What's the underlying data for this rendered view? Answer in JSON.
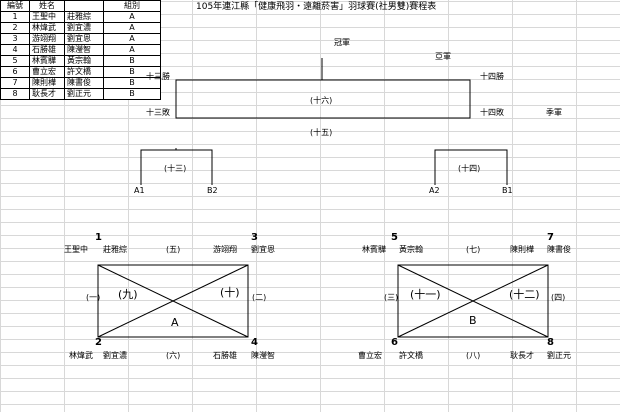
{
  "title": "105年連江縣「健康飛羽・遠離菸害」羽球賽(社男雙)賽程表",
  "registration": {
    "headers": [
      "編號",
      "姓名",
      "",
      "組別"
    ],
    "rows": [
      {
        "no": "1",
        "p1": "王聖中",
        "p2": "莊雅綜",
        "group": "A"
      },
      {
        "no": "2",
        "p1": "林煒武",
        "p2": "劉宜濃",
        "group": "A"
      },
      {
        "no": "3",
        "p1": "游翊翔",
        "p2": "劉宜恩",
        "group": "A"
      },
      {
        "no": "4",
        "p1": "石勝雄",
        "p2": "陳瀅智",
        "group": "A"
      },
      {
        "no": "5",
        "p1": "林賓驊",
        "p2": "黃宗翰",
        "group": "B"
      },
      {
        "no": "6",
        "p1": "曹立宏",
        "p2": "許文橋",
        "group": "B"
      },
      {
        "no": "7",
        "p1": "陳則樺",
        "p2": "陳書俊",
        "group": "B"
      },
      {
        "no": "8",
        "p1": "耿長才",
        "p2": "劉正元",
        "group": "B"
      }
    ]
  },
  "bracket": {
    "champion": "冠軍",
    "runner_up": "亞軍",
    "third": "季軍",
    "win13": "十三勝",
    "win14": "十四勝",
    "lose13": "十三敗",
    "lose14": "十四敗",
    "m16": "(十六)",
    "m15": "(十五)",
    "m13": "(十三)",
    "m14": "(十四)",
    "a1": "A1",
    "b2": "B2",
    "a2": "A2",
    "b1": "B1"
  },
  "group_a": {
    "n1": "1",
    "n2": "2",
    "n3": "3",
    "n4": "4",
    "top_left": [
      "王聖中",
      "莊雅綜"
    ],
    "top_right": [
      "游翊翔",
      "劉宜恩"
    ],
    "bottom_left": [
      "林煒武",
      "劉宜濃"
    ],
    "bottom_right": [
      "石勝雄",
      "陳瀅智"
    ],
    "m_top": "(五)",
    "m_bottom": "(六)",
    "m_left": "(一)",
    "m_right": "(二)",
    "m_diag1": "(九)",
    "m_diag2": "(十)",
    "label": "A"
  },
  "group_b": {
    "n5": "5",
    "n6": "6",
    "n7": "7",
    "n8": "8",
    "top_left": [
      "林賓驊",
      "黃宗翰"
    ],
    "top_right": [
      "陳則樺",
      "陳書俊"
    ],
    "bottom_left": [
      "曹立宏",
      "許文橋"
    ],
    "bottom_right": [
      "耿長才",
      "劉正元"
    ],
    "m_top": "(七)",
    "m_bottom": "(八)",
    "m_left": "(三)",
    "m_right": "(四)",
    "m_diag1": "(十一)",
    "m_diag2": "(十二)",
    "label": "B"
  }
}
